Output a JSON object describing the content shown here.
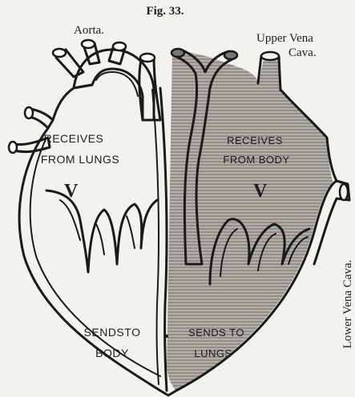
{
  "figure": {
    "title": "Fig. 33.",
    "labels": {
      "aorta": "Aorta.",
      "upper_vena_cava_line1": "Upper Vena",
      "upper_vena_cava_line2": "Cava.",
      "lower_vena_cava": "Lower Vena Cava."
    },
    "chambers": {
      "left_upper_line1": "RECEIVES",
      "left_upper_line2": "FROM LUNGS",
      "left_ventricle_mark": "V",
      "left_lower_line1": "SENDSTO",
      "left_lower_line2": "BODY",
      "right_upper_line1": "RECEIVES",
      "right_upper_line2": "FROM BODY",
      "right_ventricle_mark": "V",
      "right_lower_line1": "SENDS TO",
      "right_lower_line2": "LUNGS"
    }
  },
  "colors": {
    "paper": "#f4f2ec",
    "ink": "#1a1a1a",
    "shaded_side": "#a6a39c",
    "vessel_light": "#ffffff",
    "vessel_dark": "#8c8984"
  }
}
